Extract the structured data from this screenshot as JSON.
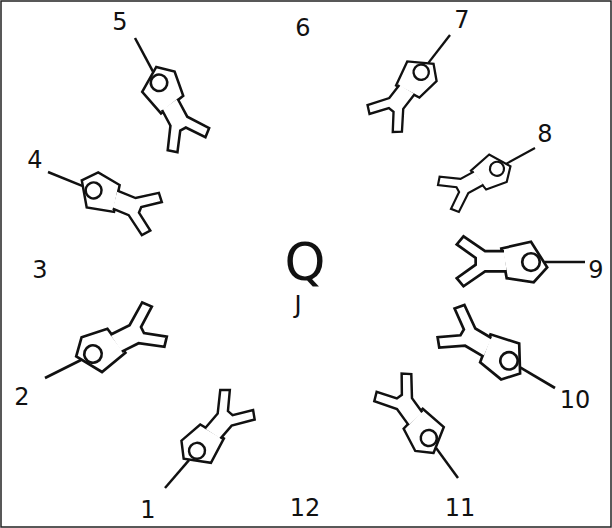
{
  "diagram": {
    "labels": [
      "1",
      "2",
      "3",
      "4",
      "5",
      "6",
      "7",
      "8",
      "9",
      "10",
      "11",
      "12",
      "Q",
      "J"
    ]
  }
}
